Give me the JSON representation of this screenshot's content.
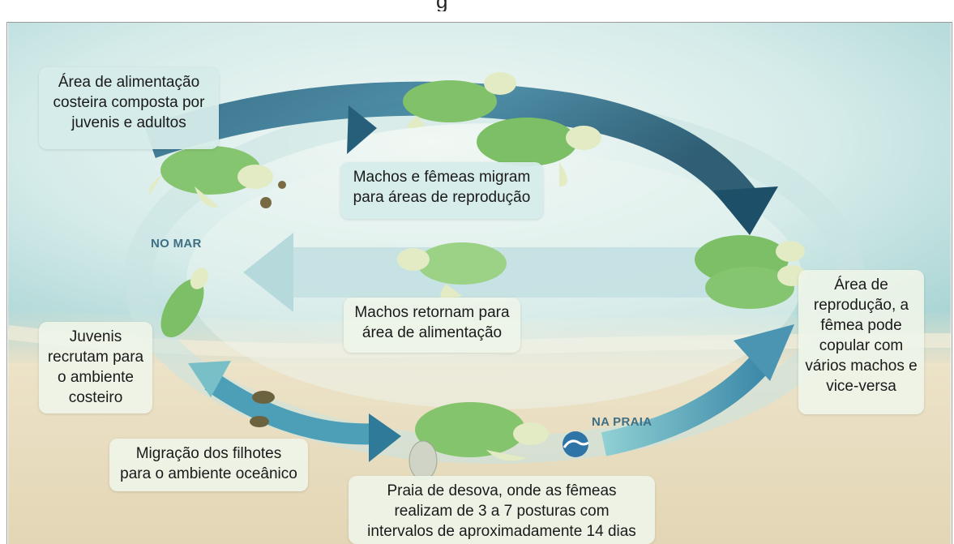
{
  "title_fragment": "g",
  "labels": {
    "sea": "NO MAR",
    "beach": "NA PRAIA"
  },
  "boxes": {
    "feeding_area": "Área de alimentação\ncosteira composta por\njuvenis e adultos",
    "migration": "Machos e fêmeas migram\npara áreas de reprodução",
    "males_return": "Machos retornam para\nárea de alimentação",
    "reproduction": "Área de\nreprodução, a\nfêmea pode\ncopular com\nvários machos e\nvice-versa",
    "juveniles": "Juvenis\nrecrutam para\no ambiente\ncosteiro",
    "hatchlings": "Migração dos filhotes\npara o ambiente oceânico",
    "nesting": "Praia de desova, onde as fêmeas\nrealizam de 3 a 7 posturas com\nintervalos de aproximadamente 14 dias"
  },
  "colors": {
    "sea_light": "#dff0ef",
    "sea_mid": "#b7dcdc",
    "sand": "#eadfc4",
    "arrow_dark": "#1f5670",
    "arrow_light": "#7ec3c8",
    "turtle_shell": "#7ec26a",
    "turtle_skin": "#e6ecc8"
  }
}
